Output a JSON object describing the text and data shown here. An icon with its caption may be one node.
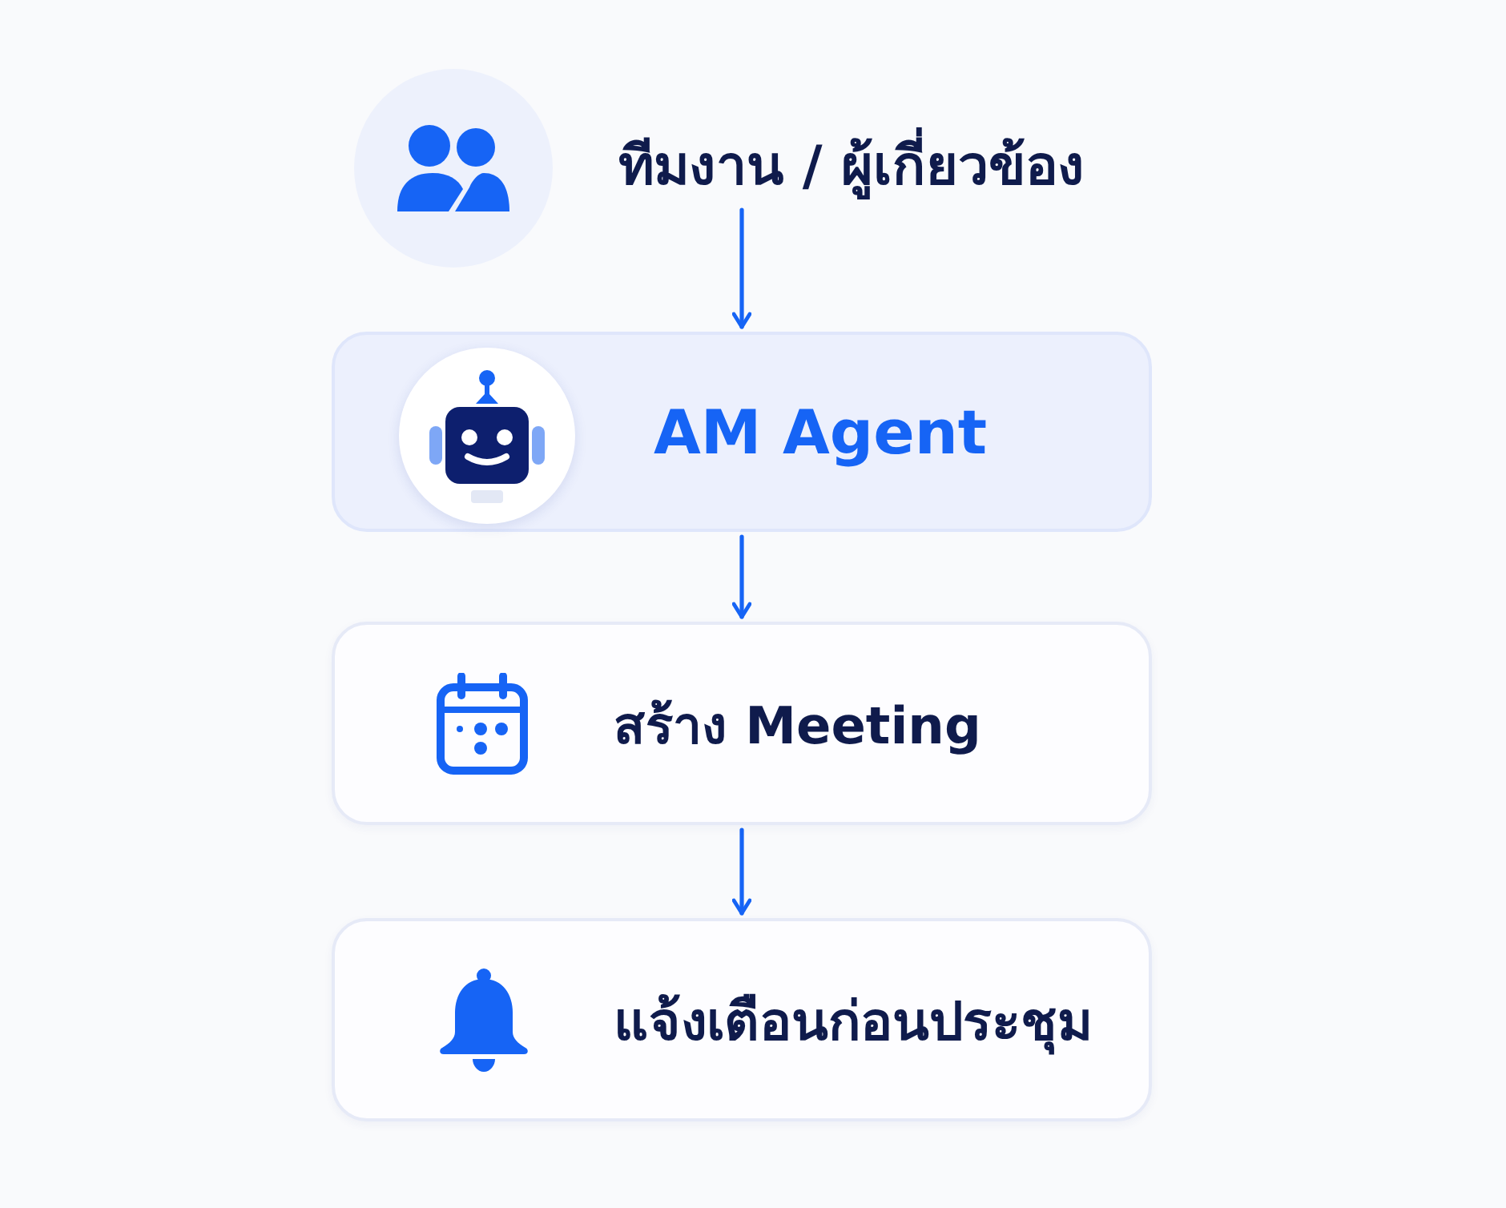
{
  "diagram": {
    "nodes": [
      {
        "text": [
          "ทีมงาน / ผู้เกี่ยวข้อง"
        ]
      },
      {
        "text": [
          "AM Agent"
        ]
      },
      {
        "text": [
          "สร้าง Meeting"
        ]
      },
      {
        "text": [
          "แจ้งเตือนก่อนประชุม"
        ]
      }
    ],
    "edges": [
      {
        "from": 0,
        "to": 1,
        "arrow": "to"
      },
      {
        "from": 1,
        "to": 2,
        "arrow": "to"
      },
      {
        "from": 2,
        "to": 3,
        "arrow": "to"
      }
    ]
  }
}
